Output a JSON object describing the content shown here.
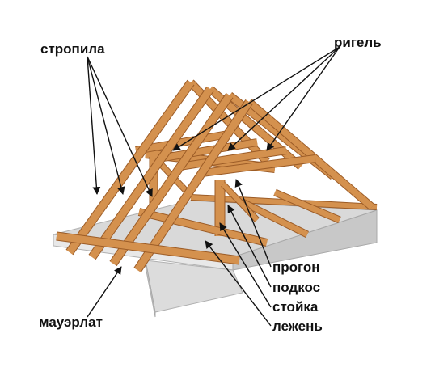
{
  "labels": {
    "stropila": "стропила",
    "rigel": "ригель",
    "mauerlat": "мауэрлат",
    "progon": "прогон",
    "podkos": "подкос",
    "stoyka": "стойка",
    "lezhen": "лежень"
  },
  "colors": {
    "wood": "#d4914e",
    "wood_edge": "#9c5c27",
    "wood_dark": "#b87336",
    "slab_top": "#d9d9d9",
    "slab_front": "#e6e6e6",
    "slab_side": "#c4c4c4",
    "arrow": "#111111"
  }
}
